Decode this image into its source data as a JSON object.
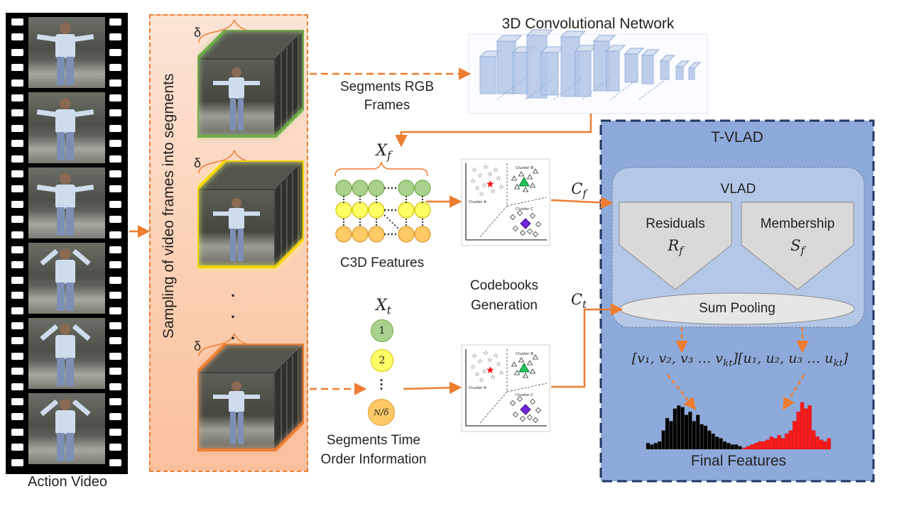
{
  "filmstrip": {
    "caption": "Action Video"
  },
  "sampling": {
    "title": "Sampling of video frames into segments",
    "delta": "δ",
    "ellipsis": "."
  },
  "cnn": {
    "title": "3D Convolutional Network"
  },
  "labels": {
    "rgb_frames_1": "Segments RGB",
    "rgb_frames_2": "Frames",
    "c3d_features": "C3D Features",
    "codebooks_1": "Codebooks",
    "codebooks_2": "Generation",
    "time_order_1": "Segments Time",
    "time_order_2": "Order Information",
    "final_features": "Final Features"
  },
  "math": {
    "xf_main": "X",
    "xf_sub": "f",
    "xt_main": "X",
    "xt_sub": "t",
    "cf_main": "C",
    "cf_sub": "f",
    "ct_main": "C",
    "ct_sub": "t",
    "rf_main": "R",
    "rf_sub": "f",
    "sf_main": "S",
    "sf_sub": "f",
    "node1": "1",
    "node2": "2",
    "node_last_num": "N",
    "node_last_den": "δ",
    "vseq": "[v₁, v₂, v₃ … v",
    "vsub": "kt",
    "useq": "][u₁, u₂, u₃ … u",
    "usub": "kt",
    "close": "]"
  },
  "clusters": {
    "a": "Cluster A",
    "b": "Cluster B",
    "c": "Cluster C"
  },
  "tvlad": {
    "title": "T-VLAD",
    "vlad": "VLAD",
    "residuals": "Residuals",
    "membership": "Membership",
    "sum_pooling": "Sum Pooling"
  },
  "histograms": {
    "black": [
      4,
      3,
      4,
      5,
      12,
      20,
      18,
      26,
      28,
      27,
      22,
      24,
      18,
      22,
      16,
      15,
      12,
      10,
      8,
      7,
      5,
      4,
      3,
      3,
      2
    ],
    "red": [
      1,
      2,
      3,
      4,
      5,
      5,
      6,
      8,
      7,
      9,
      7,
      10,
      12,
      18,
      24,
      30,
      26,
      28,
      12,
      8,
      6,
      5,
      7
    ],
    "black_color": "#000000",
    "red_color": "#ff1a1a"
  },
  "colors": {
    "orange": "#ed7d31",
    "green": "#a9d18e",
    "yellow": "#ffff66",
    "orange_node": "#ffc966",
    "tvlad_bg": "#8eaadb",
    "tvlad_border": "#1f3864"
  }
}
